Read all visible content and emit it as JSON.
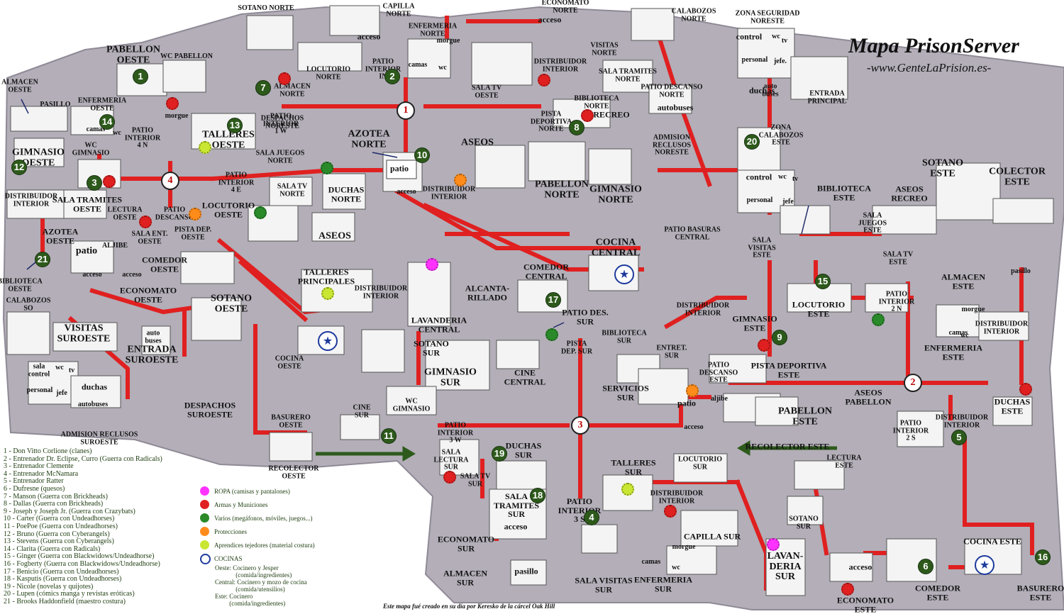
{
  "header": {
    "title": "Mapa PrisonServer",
    "subtitle": "-www.GenteLaPrision.es-"
  },
  "colors": {
    "floor": "#b3aeb8",
    "corridor": "#e02020",
    "building": "#f4f4f4",
    "badge": "#2d5a1b",
    "arrow": "#2d5a1b"
  },
  "labels": [
    {
      "text": "SOTANO NORTE",
      "size": "sm"
    },
    {
      "text": "CAPILLA\nNORTE",
      "size": "sm"
    },
    {
      "text": "ECONOMATO\nNORTE",
      "size": "sm"
    },
    {
      "text": "CALABOZOS\nNORTE",
      "size": "sm"
    },
    {
      "text": "ZONA SEGURIDAD\nNORESTE",
      "size": "sm"
    },
    {
      "text": "PABELLON\nOESTE",
      "size": "lg"
    },
    {
      "text": "WC PABELLON",
      "size": "sm"
    },
    {
      "text": "acceso",
      "size": "md"
    },
    {
      "text": "ENFERMERIA\nNORTE",
      "size": "sm"
    },
    {
      "text": "morgue",
      "size": "sm"
    },
    {
      "text": "camas",
      "size": "sm"
    },
    {
      "text": "wc",
      "size": "sm"
    },
    {
      "text": "acceso",
      "size": "md"
    },
    {
      "text": "VISITAS\nNORTE",
      "size": "sm"
    },
    {
      "text": "control",
      "size": "md"
    },
    {
      "text": "wc",
      "size": "sm"
    },
    {
      "text": "tv",
      "size": "sm"
    },
    {
      "text": "ALMACEN\nOESTE",
      "size": "sm"
    },
    {
      "text": "PATIO\nINTERIOR\nIN",
      "size": "sm"
    },
    {
      "text": "LOCUTORIO\nNORTE",
      "size": "sm"
    },
    {
      "text": "DISTRIBUIDOR\nINTERIOR",
      "size": "sm"
    },
    {
      "text": "SALA TRAMITES\nNORTE",
      "size": "sm"
    },
    {
      "text": "personal",
      "size": "sm"
    },
    {
      "text": "jefe.",
      "size": "sm"
    },
    {
      "text": "ALMACEN\nNORTE",
      "size": "sm"
    },
    {
      "text": "PASILLO",
      "size": "sm"
    },
    {
      "text": "ENFERMERIA\nOESTE",
      "size": "sm"
    },
    {
      "text": "morgue",
      "size": "sm"
    },
    {
      "text": "SALA TV\nOESTE",
      "size": "sm"
    },
    {
      "text": "BIBLIOTECA\nNORTE",
      "size": "sm"
    },
    {
      "text": "PATIO DESCANSO\nNORTE",
      "size": "sm"
    },
    {
      "text": "duchas",
      "size": "md"
    },
    {
      "text": "auto\nbuses",
      "size": "sm"
    },
    {
      "text": "ENTRADA\nPRINCIPAL",
      "size": "sm"
    },
    {
      "text": "DESPACHOS\nNORESTE",
      "size": "sm"
    },
    {
      "text": "camas",
      "size": "sm"
    },
    {
      "text": "wc",
      "size": "sm"
    },
    {
      "text": "PATIO\nINTERIOR\n4 N",
      "size": "sm"
    },
    {
      "text": "PATIO\nINTERIOR\n1 W",
      "size": "sm"
    },
    {
      "text": "PISTA\nDEPORTIVA\nNORTE",
      "size": "sm"
    },
    {
      "text": "RECREO",
      "size": "md"
    },
    {
      "text": "autobuses",
      "size": "md"
    },
    {
      "text": "TALLERES\nOESTE",
      "size": "lg"
    },
    {
      "text": "ADMISION\nRECLUSOS\nNORESTE",
      "size": "sm"
    },
    {
      "text": "ZONA\nCALABOZOS\nESTE",
      "size": "sm"
    },
    {
      "text": "GIMNASIO\nOESTE",
      "size": "lg"
    },
    {
      "text": "WC\nGIMNASIO",
      "size": "sm"
    },
    {
      "text": "AZOTEA\nNORTE",
      "size": "lg"
    },
    {
      "text": "ASEOS",
      "size": "lg"
    },
    {
      "text": "SALA JUEGOS\nNORTE",
      "size": "sm"
    },
    {
      "text": "patio",
      "size": "md"
    },
    {
      "text": "control",
      "size": "md"
    },
    {
      "text": "wc",
      "size": "sm"
    },
    {
      "text": "tv",
      "size": "sm"
    },
    {
      "text": "SOTANO\nESTE",
      "size": "lg"
    },
    {
      "text": "COLECTOR\nESTE",
      "size": "lg"
    },
    {
      "text": "PATIO\nINTERIOR\n4 E",
      "size": "sm"
    },
    {
      "text": "SALA TV\nNORTE",
      "size": "sm"
    },
    {
      "text": "DUCHAS\nNORTE",
      "size": "md"
    },
    {
      "text": "acceso",
      "size": "sm"
    },
    {
      "text": "DISTRIBUIDOR\nINTERIOR",
      "size": "sm"
    },
    {
      "text": "PABELLON\nNORTE",
      "size": "lg"
    },
    {
      "text": "GIMNASIO\nNORTE",
      "size": "lg"
    },
    {
      "text": "DISTRIBUIDOR\nINTERIOR",
      "size": "sm"
    },
    {
      "text": "SALA TRAMITES\nOESTE",
      "size": "md"
    },
    {
      "text": "LOCUTORIO\nOESTE",
      "size": "md"
    },
    {
      "text": "BIBLIOTECA\nESTE",
      "size": "md"
    },
    {
      "text": "ASEOS\nRECREO",
      "size": "md"
    },
    {
      "text": "personal",
      "size": "sm"
    },
    {
      "text": "jefe",
      "size": "sm"
    },
    {
      "text": "LECTURA\nOESTE",
      "size": "sm"
    },
    {
      "text": "PATIO\nDESCANSO",
      "size": "sm"
    },
    {
      "text": "AZOTEA\nOESTE",
      "size": "md"
    },
    {
      "text": "SALA ENT.\nOESTE",
      "size": "sm"
    },
    {
      "text": "PISTA DEP.\nOESTE",
      "size": "sm"
    },
    {
      "text": "ASEOS",
      "size": "lg"
    },
    {
      "text": "SALA\nJUEGOS\nESTE",
      "size": "sm"
    },
    {
      "text": "PATIO BASURAS\nCENTRAL",
      "size": "sm"
    },
    {
      "text": "SALA\nVISITAS\nESTE",
      "size": "sm"
    },
    {
      "text": "patio",
      "size": "lg"
    },
    {
      "text": "ALJIBE",
      "size": "sm"
    },
    {
      "text": "COCINA\nCENTRAL",
      "size": "lg"
    },
    {
      "text": "SALA TV\nESTE",
      "size": "sm"
    },
    {
      "text": "acceso",
      "size": "sm"
    },
    {
      "text": "acceso",
      "size": "sm"
    },
    {
      "text": "COMEDOR\nOESTE",
      "size": "md"
    },
    {
      "text": "ECONOMATO\nOESTE",
      "size": "md"
    },
    {
      "text": "COMEDOR\nCENTRAL",
      "size": "md"
    },
    {
      "text": "ALMACEN\nESTE",
      "size": "md"
    },
    {
      "text": "pasillo",
      "size": "sm"
    },
    {
      "text": "BIBLIOTECA\nOESTE",
      "size": "sm"
    },
    {
      "text": "TALLERES\nPRINCIPALES",
      "size": "md"
    },
    {
      "text": "DISTRIBUIDOR\nINTERIOR",
      "size": "sm"
    },
    {
      "text": "ALCANTA-\nRILLADO",
      "size": "md"
    },
    {
      "text": "CALABOZOS\nSO",
      "size": "sm"
    },
    {
      "text": "SOTANO\nOESTE",
      "size": "lg"
    },
    {
      "text": "LOCUTORIO\nESTE",
      "size": "md"
    },
    {
      "text": "PATIO\nINTERIOR\n2 N",
      "size": "sm"
    },
    {
      "text": "morgue",
      "size": "sm"
    },
    {
      "text": "DISTRIBUIDOR\nINTERIOR",
      "size": "sm"
    },
    {
      "text": "VISITAS\nSUROESTE",
      "size": "lg"
    },
    {
      "text": "auto\nbuses",
      "size": "sm"
    },
    {
      "text": "LAVANDERIA\nCENTRAL",
      "size": "md"
    },
    {
      "text": "PATIO DES.\nSUR",
      "size": "md"
    },
    {
      "text": "DISTRIBUIDOR\nINTERIOR",
      "size": "sm"
    },
    {
      "text": "GIMNASIO\nESTE",
      "size": "md"
    },
    {
      "text": "camas",
      "size": "sm"
    },
    {
      "text": "wc",
      "size": "sm"
    },
    {
      "text": "ENTRADA\nSUROESTE",
      "size": "lg"
    },
    {
      "text": "SOTANO\nSUR",
      "size": "md"
    },
    {
      "text": "BIBLIOTECA\nSUR",
      "size": "sm"
    },
    {
      "text": "PISTA\nDEP. SUR",
      "size": "sm"
    },
    {
      "text": "ENTRET.\nSUR",
      "size": "sm"
    },
    {
      "text": "ENFERMERIA\nESTE",
      "size": "md"
    },
    {
      "text": "sala\ncontrol",
      "size": "sm"
    },
    {
      "text": "wc",
      "size": "sm"
    },
    {
      "text": "tv",
      "size": "sm"
    },
    {
      "text": "COCINA\nOESTE",
      "size": "sm"
    },
    {
      "text": "CINE\nCENTRAL",
      "size": "md"
    },
    {
      "text": "GIMNASIO\nSUR",
      "size": "lg"
    },
    {
      "text": "PISTA DEPORTIVA\nESTE",
      "size": "md"
    },
    {
      "text": "PATIO\nDESCANSO\nESTE",
      "size": "sm"
    },
    {
      "text": "duchas",
      "size": "md"
    },
    {
      "text": "personal",
      "size": "sm"
    },
    {
      "text": "jefe",
      "size": "sm"
    },
    {
      "text": "SERVICIOS\nSUR",
      "size": "md"
    },
    {
      "text": "ASEOS\nPABELLON",
      "size": "md"
    },
    {
      "text": "DUCHAS\nESTE",
      "size": "md"
    },
    {
      "text": "autobuses",
      "size": "sm"
    },
    {
      "text": "DESPACHOS\nSUROESTE",
      "size": "md"
    },
    {
      "text": "WC\nGIMNASIO",
      "size": "sm"
    },
    {
      "text": "CINE\nSUR",
      "size": "sm"
    },
    {
      "text": "patio",
      "size": "md"
    },
    {
      "text": "aljibe",
      "size": "sm"
    },
    {
      "text": "PABELLON\nESTE",
      "size": "lg"
    },
    {
      "text": "DISTRIBUIDOR\nINTERIOR",
      "size": "sm"
    },
    {
      "text": "BASURERO\nOESTE",
      "size": "sm"
    },
    {
      "text": "PATIO\nINTERIOR\n3 W",
      "size": "sm"
    },
    {
      "text": "acceso",
      "size": "sm"
    },
    {
      "text": "PATIO\nINTERIOR\n2 S",
      "size": "sm"
    },
    {
      "text": "ADMISION RECLUSOS\nSUROESTE",
      "size": "sm"
    },
    {
      "text": "DUCHAS\nSUR",
      "size": "md"
    },
    {
      "text": "SALA\nLECTURA\nSUR",
      "size": "sm"
    },
    {
      "text": "RECOLECTOR ESTE",
      "size": "md"
    },
    {
      "text": "RECOLECTOR\nOESTE",
      "size": "sm"
    },
    {
      "text": "SALA TV\nSUR",
      "size": "sm"
    },
    {
      "text": "TALLERES\nSUR",
      "size": "md"
    },
    {
      "text": "LOCUTORIO\nSUR",
      "size": "sm"
    },
    {
      "text": "LECTURA\nESTE",
      "size": "sm"
    },
    {
      "text": "SALA\nTRAMITES\nSUR",
      "size": "md"
    },
    {
      "text": "PATIO\nINTERIOR\n3 S",
      "size": "md"
    },
    {
      "text": "DISTRIBUIDOR\nINTERIOR",
      "size": "sm"
    },
    {
      "text": "acceso",
      "size": "md"
    },
    {
      "text": "CAPILLA SUR",
      "size": "md"
    },
    {
      "text": "SOTANO\nSUR",
      "size": "sm"
    },
    {
      "text": "ECONOMATO\nSUR",
      "size": "md"
    },
    {
      "text": "morgue",
      "size": "sm"
    },
    {
      "text": "COCINA ESTE",
      "size": "md"
    },
    {
      "text": "LAVAN-\nDERIA\nSUR",
      "size": "lg"
    },
    {
      "text": "camas",
      "size": "sm"
    },
    {
      "text": "wc",
      "size": "sm"
    },
    {
      "text": "pasillo",
      "size": "md"
    },
    {
      "text": "ALMACEN\nSUR",
      "size": "md"
    },
    {
      "text": "SALA VISITAS\nSUR",
      "size": "md"
    },
    {
      "text": "ENFERMERIA\nSUR",
      "size": "md"
    },
    {
      "text": "acceso",
      "size": "md"
    },
    {
      "text": "COMEDOR\nESTE",
      "size": "md"
    },
    {
      "text": "BASURERO\nESTE",
      "size": "md"
    },
    {
      "text": "ECONOMATO\nESTE",
      "size": "md"
    }
  ],
  "badges": [
    "1",
    "2",
    "3",
    "4",
    "5",
    "6",
    "7",
    "8",
    "9",
    "10",
    "11",
    "12",
    "13",
    "14",
    "15",
    "16",
    "17",
    "18",
    "19",
    "20",
    "21"
  ],
  "hubs": [
    "1",
    "4",
    "2",
    "3"
  ],
  "gang_legend": [
    "1 - Don Vitto Corlione (clanes)",
    "2 - Entrenador Dr. Eclipse, Curro (Guerra con Radicals)",
    "3 - Entrenador Clemente",
    "4 - Entrenador McNamara",
    "5 - Entrenador Ratter",
    "6 - Dufresne (quesos)",
    "7 - Manson (Guerra con Brickheads)",
    "8 - Dallas (Guerra con Brickheads)",
    "9 - Joseph y Joseph Jr. (Guerra con Crazybats)",
    "10 - Carter (Guerra con Undeadhorses)",
    "11 - PoePoe (Guerra con Undeadhorses)",
    "12 - Bruno (Guerra con Cyberangels)",
    "13 - Stevens (Guerra con Cyberangels)",
    "14 - Clarita (Guerra con Radicals)",
    "15 - Ginger (Guerra con Blackwidows/Undeadhorse)",
    "16 - Fogberty (Guerra con Blackwidows/Undeadhorse)",
    "17 - Benicio (Guerra con Undeadhorses)",
    "18 - Kasputis (Guerra con Undeadhorses)",
    "19 - Nicole (novelas y quijotes)",
    "20 - Lupen (cómics manga y revistas eróticas)",
    "21 - Brooks Haddonfield (maestro costura)"
  ],
  "item_legend": [
    {
      "label": "ROPA (camisas y pantalones)",
      "color": "#ff33ff"
    },
    {
      "label": "Armas y Municiones",
      "color": "#e02020"
    },
    {
      "label": "Varios (megáfonos, móviles, juegos...)",
      "color": "#2a8a2a"
    },
    {
      "label": "Protecciones",
      "color": "#ff8c1a"
    },
    {
      "label": "Aprendices tejedores (material costura)",
      "color": "#c8e632"
    },
    {
      "label": "COCINAS",
      "color": "#1d3a9c"
    }
  ],
  "kitchens_text": "Oeste: Cocinero y Jesper\n             (comida/ingredientes)\nCentral: Cocinero y mozo de cocina\n             (comida/utensilios)\nEste: Cocinero\n         (comida/ingredientes)",
  "credit": "Este mapa fué creado en su día por Keresko de la cárcel Oak Hill"
}
